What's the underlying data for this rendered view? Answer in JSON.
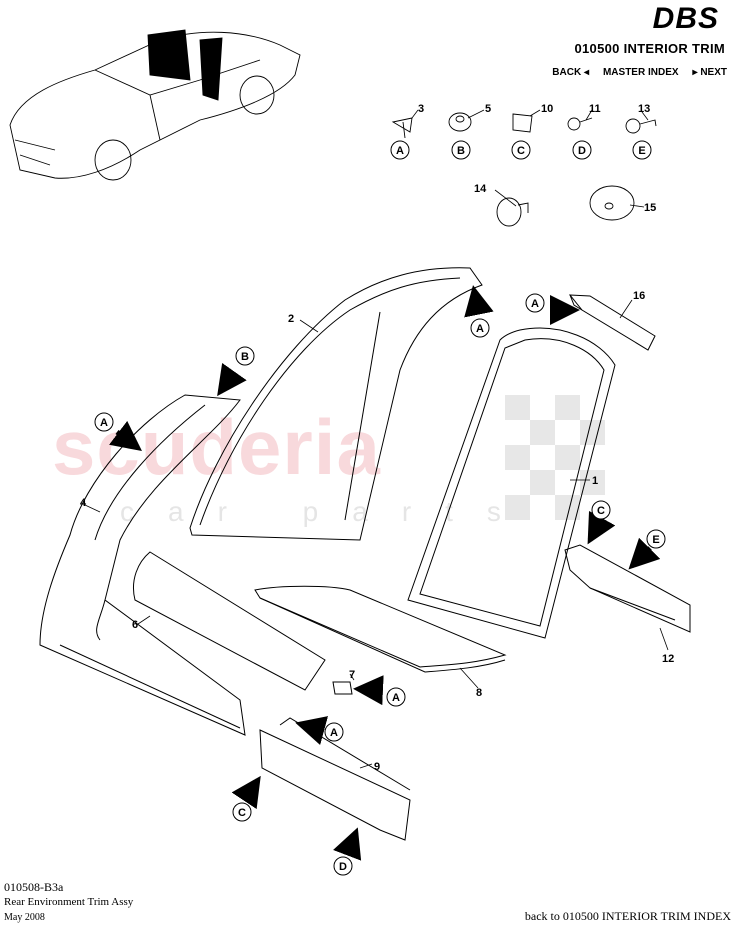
{
  "header": {
    "brand": "DBS",
    "section_title": "010500 INTERIOR TRIM",
    "nav": {
      "back": "BACK ◂",
      "master": "MASTER INDEX",
      "next": "▸ NEXT"
    }
  },
  "footer": {
    "diagram_code": "010508-B3a",
    "diagram_name": "Rear Environment Trim Assy",
    "date": "May 2008",
    "back_link": "back to 010500 INTERIOR TRIM INDEX"
  },
  "watermark": {
    "main": "scuderia",
    "sub": "car parts"
  },
  "fastener_key": [
    {
      "part": "3",
      "letter": "A"
    },
    {
      "part": "5",
      "letter": "B"
    },
    {
      "part": "10",
      "letter": "C"
    },
    {
      "part": "11",
      "letter": "D"
    },
    {
      "part": "13",
      "letter": "E"
    },
    {
      "part": "14",
      "letter": ""
    },
    {
      "part": "15",
      "letter": ""
    }
  ],
  "callouts": [
    {
      "id": "1",
      "label": "1"
    },
    {
      "id": "2",
      "label": "2"
    },
    {
      "id": "4",
      "label": "4"
    },
    {
      "id": "6",
      "label": "6"
    },
    {
      "id": "7",
      "label": "7"
    },
    {
      "id": "8",
      "label": "8"
    },
    {
      "id": "9",
      "label": "9"
    },
    {
      "id": "12",
      "label": "12"
    },
    {
      "id": "16",
      "label": "16"
    }
  ],
  "fixing_refs": {
    "A": "A",
    "B": "B",
    "C": "C",
    "D": "D",
    "E": "E"
  }
}
